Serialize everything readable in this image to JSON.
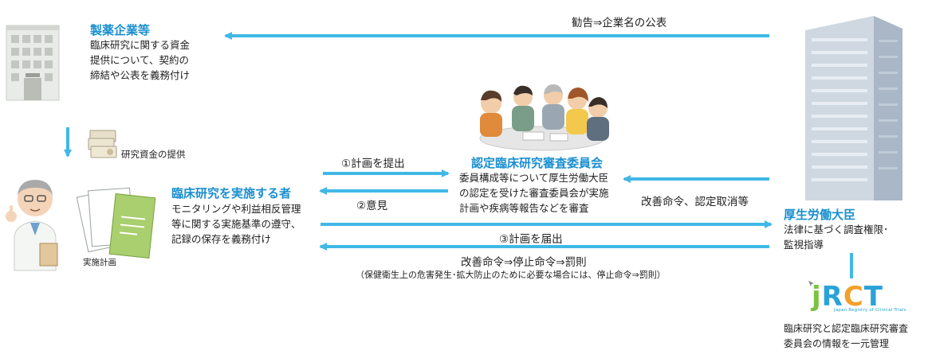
{
  "pharma": {
    "title": "製薬企業等",
    "desc_lines": [
      "臨床研究に関する資金",
      "提供について、契約の",
      "締結や公表を義務付け"
    ]
  },
  "researcher": {
    "title": "臨床研究を実施する者",
    "desc_lines": [
      "モニタリングや利益相反管理",
      "等に関する実施基準の遵守、",
      "記録の保存を義務付け"
    ]
  },
  "committee": {
    "title": "認定臨床研究審査委員会",
    "desc_lines": [
      "委員構成等について厚生労働大臣",
      "の認定を受けた審査委員会が実施",
      "計画や疾病等報告などを審査"
    ]
  },
  "minister": {
    "title": "厚生労働大臣",
    "desc_lines": [
      "法律に基づく調査権限･",
      "監視指導"
    ]
  },
  "jrct": {
    "logo_text": "jRCT",
    "logo_sub": "Japan Registry of Clinical Trials",
    "desc_lines": [
      "臨床研究と認定臨床研究審査",
      "委員会の情報を一元管理"
    ]
  },
  "arrows": {
    "kankoku": "勧告⇒企業名の公表",
    "funding": "研究資金の提供",
    "plan_submit": "①計画を提出",
    "opinion": "②意見",
    "improve_cancel": "改善命令、認定取消等",
    "plan_notify": "③計画を届出",
    "orders": "改善命令⇒停止命令⇒罰則",
    "orders_note": "（保健衛生上の危害発生･拡大防止のために必要な場合には、停止命令⇒罰則）"
  },
  "document_label": "実施計画",
  "colors": {
    "arrow": "#41b8e6",
    "title": "#1a8fd0"
  }
}
